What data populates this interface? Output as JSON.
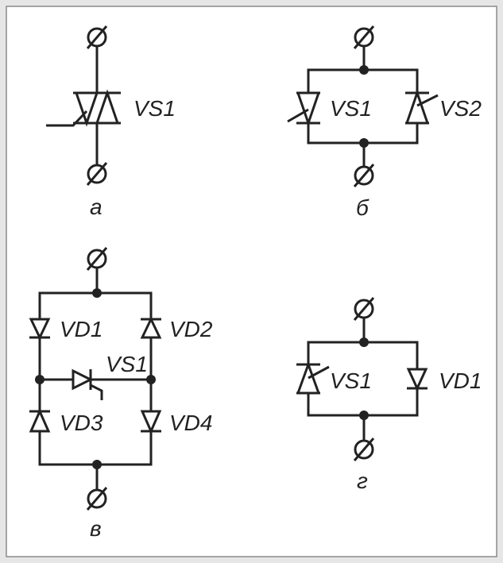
{
  "colors": {
    "background": "#e6e6e6",
    "panel": "#ffffff",
    "border": "#8a8a8a",
    "ink": "#222222"
  },
  "icons": {
    "terminal": "terminal-circle-slash-icon",
    "junction": "junction-dot-icon"
  },
  "circuits": {
    "a": {
      "caption": "а",
      "labels": {
        "vs1": "VS1"
      }
    },
    "b": {
      "caption": "б",
      "labels": {
        "vs1": "VS1",
        "vs2": "VS2"
      }
    },
    "c": {
      "caption": "в",
      "labels": {
        "vd1": "VD1",
        "vd2": "VD2",
        "vs1": "VS1",
        "vd3": "VD3",
        "vd4": "VD4"
      }
    },
    "d": {
      "caption": "г",
      "labels": {
        "vs1": "VS1",
        "vd1": "VD1"
      }
    }
  }
}
